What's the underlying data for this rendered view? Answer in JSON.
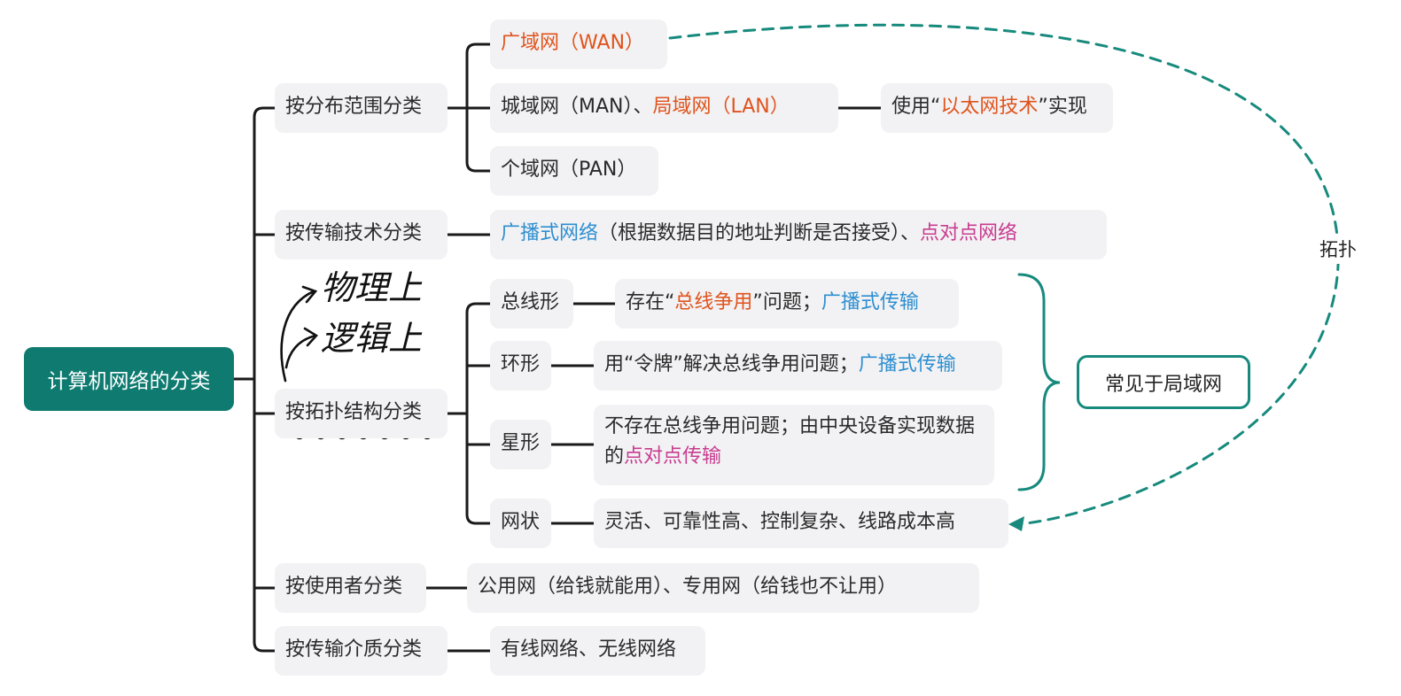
{
  "root": {
    "label": "计算机网络的分类"
  },
  "branches": {
    "range": {
      "label": "按分布范围分类"
    },
    "tech": {
      "label": "按传输技术分类"
    },
    "topo": {
      "label": "按拓扑结构分类"
    },
    "user": {
      "label": "按使用者分类"
    },
    "medium": {
      "label": "按传输介质分类"
    }
  },
  "range_items": {
    "wan": "广域网（WAN）",
    "man": "城域网（MAN）、",
    "lan": "局域网（LAN）",
    "pan": "个域网（PAN）",
    "lan_note": {
      "prefix": "使用“",
      "highlight": "以太网技术",
      "suffix": "”实现"
    }
  },
  "tech_item": {
    "broadcast": "广播式网络",
    "middle": "（根据数据目的地址判断是否接受）、",
    "p2p": "点对点网络"
  },
  "topo_items": {
    "bus": {
      "label": "总线形",
      "prefix": "存在“",
      "highlight": "总线争用",
      "middle": "”问题；",
      "tail": "广播式传输"
    },
    "ring": {
      "label": "环形",
      "text": "用“令牌”解决总线争用问题；",
      "tail": "广播式传输"
    },
    "star": {
      "label": "星形",
      "text": "不存在总线争用问题；由中央设备实现数据的",
      "tail": "点对点传输"
    },
    "mesh": {
      "label": "网状",
      "text": "灵活、可靠性高、控制复杂、线路成本高"
    }
  },
  "user_item": "公用网（给钱就能用）、专用网（给钱也不让用）",
  "medium_item": "有线网络、无线网络",
  "lan_box": "常见于局域网",
  "topo_link_label": "拓扑",
  "handwriting": {
    "line1": "物理上",
    "line2": "逻辑上"
  },
  "colors": {
    "root": "#0f7b70",
    "accent_teal": "#178a7d",
    "orange": "#e0531c",
    "blue": "#2e8fd0",
    "pink": "#c83c8f"
  }
}
